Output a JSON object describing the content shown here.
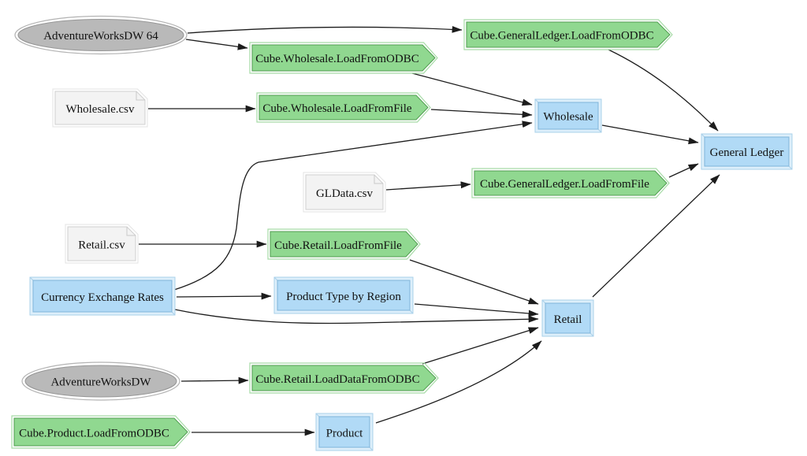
{
  "diagram": {
    "type": "dependency-graph",
    "background": "#ffffff",
    "colors": {
      "task_fill": "#90d890",
      "task_border": "#4f9d4f",
      "cube_fill": "#b1daf6",
      "cube_border": "#7fb4d9",
      "file_fill": "#f3f3f3",
      "file_border": "#cfcfcf",
      "database_fill": "#b9b9b9",
      "database_border": "#979797",
      "edge": "#1c1c1c"
    },
    "nodes": {
      "awdw64": {
        "label": "AdventureWorksDW 64",
        "shape": "ellipse",
        "kind": "odbc-source"
      },
      "cube_gl_odbc": {
        "label": "Cube.GeneralLedger.LoadFromODBC",
        "shape": "cds",
        "kind": "task"
      },
      "cube_wholesale_odbc": {
        "label": "Cube.Wholesale.LoadFromODBC",
        "shape": "cds",
        "kind": "task"
      },
      "wholesale_csv": {
        "label": "Wholesale.csv",
        "shape": "note",
        "kind": "file"
      },
      "cube_wholesale_file": {
        "label": "Cube.Wholesale.LoadFromFile",
        "shape": "cds",
        "kind": "task"
      },
      "wholesale": {
        "label": "Wholesale",
        "shape": "box3d",
        "kind": "cube"
      },
      "general_ledger": {
        "label": "General Ledger",
        "shape": "box3d",
        "kind": "cube"
      },
      "gldata_csv": {
        "label": "GLData.csv",
        "shape": "note",
        "kind": "file"
      },
      "cube_gl_file": {
        "label": "Cube.GeneralLedger.LoadFromFile",
        "shape": "cds",
        "kind": "task"
      },
      "retail_csv": {
        "label": "Retail.csv",
        "shape": "note",
        "kind": "file"
      },
      "cube_retail_file": {
        "label": "Cube.Retail.LoadFromFile",
        "shape": "cds",
        "kind": "task"
      },
      "currency_exchange_rates": {
        "label": "Currency Exchange Rates",
        "shape": "box3d",
        "kind": "cube"
      },
      "product_type_by_region": {
        "label": "Product Type by Region",
        "shape": "box3d",
        "kind": "cube"
      },
      "retail": {
        "label": "Retail",
        "shape": "box3d",
        "kind": "cube"
      },
      "awdw": {
        "label": "AdventureWorksDW",
        "shape": "ellipse",
        "kind": "odbc-source"
      },
      "cube_retail_dataodbc": {
        "label": "Cube.Retail.LoadDataFromODBC",
        "shape": "cds",
        "kind": "task"
      },
      "cube_product_odbc": {
        "label": "Cube.Product.LoadFromODBC",
        "shape": "cds",
        "kind": "task"
      },
      "product": {
        "label": "Product",
        "shape": "box3d",
        "kind": "cube"
      }
    },
    "edges": [
      {
        "from": "awdw64",
        "to": "cube_gl_odbc"
      },
      {
        "from": "awdw64",
        "to": "cube_wholesale_odbc"
      },
      {
        "from": "cube_wholesale_odbc",
        "to": "wholesale"
      },
      {
        "from": "wholesale_csv",
        "to": "cube_wholesale_file"
      },
      {
        "from": "cube_wholesale_file",
        "to": "wholesale"
      },
      {
        "from": "currency_exchange_rates",
        "to": "wholesale"
      },
      {
        "from": "cube_gl_odbc",
        "to": "general_ledger"
      },
      {
        "from": "wholesale",
        "to": "general_ledger"
      },
      {
        "from": "gldata_csv",
        "to": "cube_gl_file"
      },
      {
        "from": "cube_gl_file",
        "to": "general_ledger"
      },
      {
        "from": "retail_csv",
        "to": "cube_retail_file"
      },
      {
        "from": "cube_retail_file",
        "to": "retail"
      },
      {
        "from": "currency_exchange_rates",
        "to": "product_type_by_region"
      },
      {
        "from": "product_type_by_region",
        "to": "retail"
      },
      {
        "from": "currency_exchange_rates",
        "to": "retail"
      },
      {
        "from": "awdw",
        "to": "cube_retail_dataodbc"
      },
      {
        "from": "cube_retail_dataodbc",
        "to": "retail"
      },
      {
        "from": "cube_product_odbc",
        "to": "product"
      },
      {
        "from": "product",
        "to": "retail"
      },
      {
        "from": "retail",
        "to": "general_ledger"
      }
    ]
  }
}
